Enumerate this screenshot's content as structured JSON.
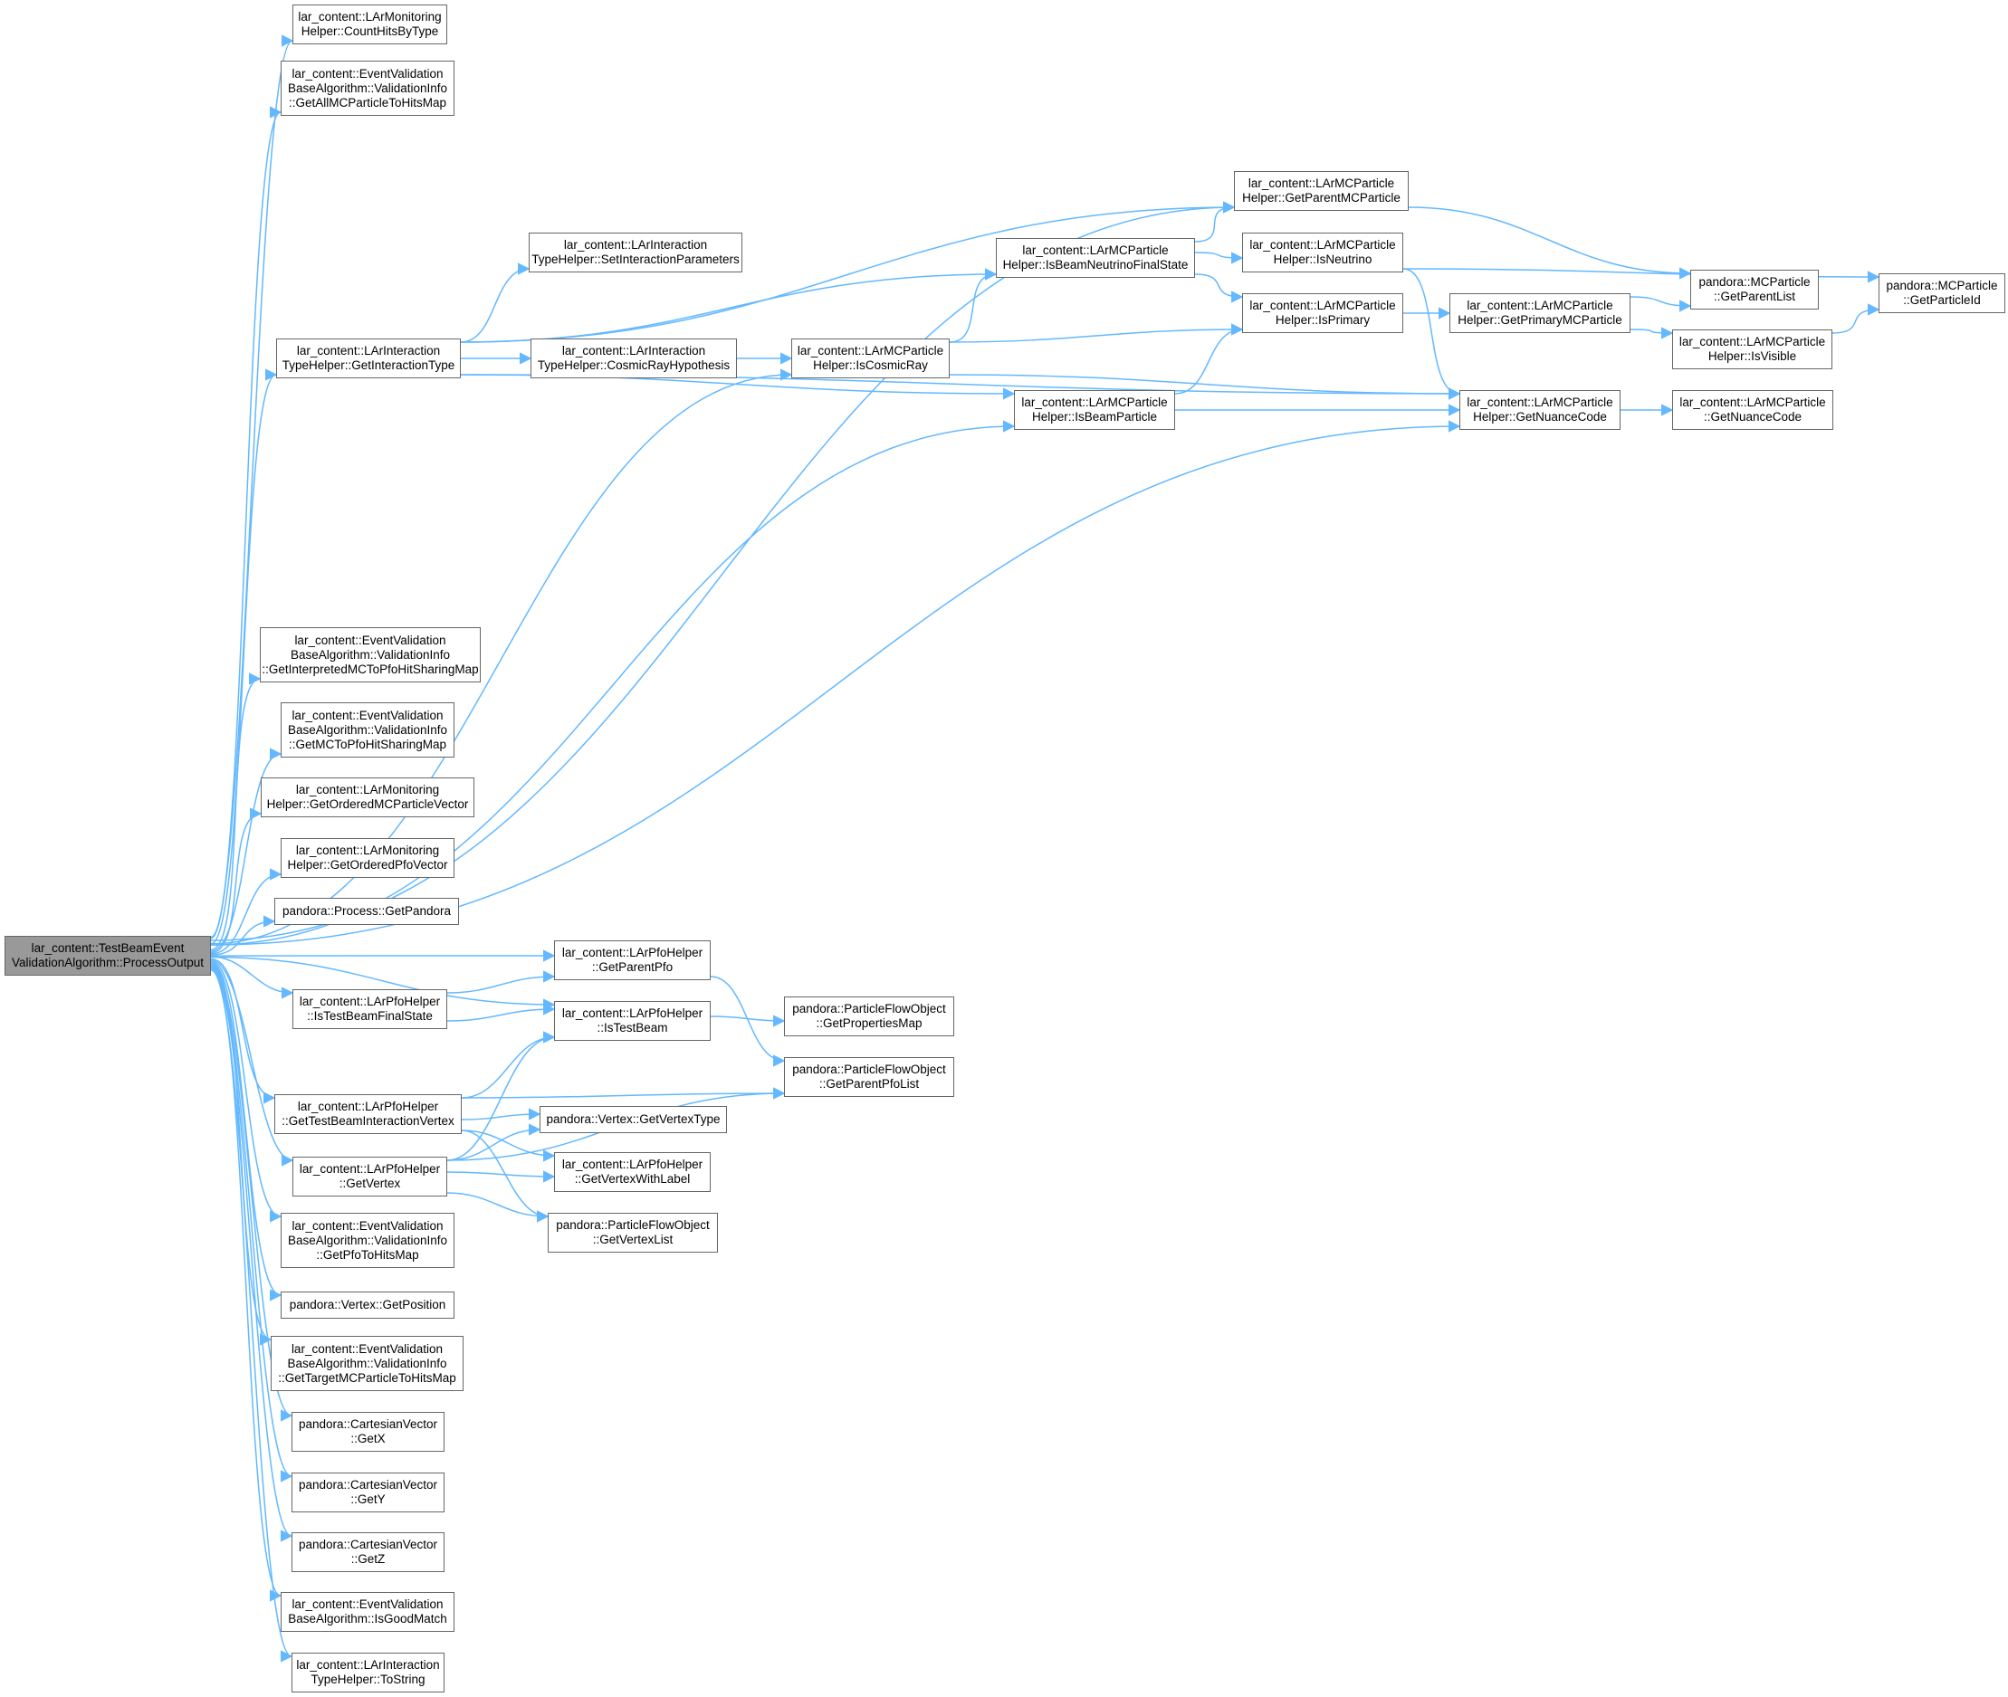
{
  "root": {
    "lines": [
      "lar_content::TestBeamEvent",
      "ValidationAlgorithm::ProcessOutput"
    ]
  },
  "nodes": {
    "n1": {
      "lines": [
        "lar_content::LArMonitoring",
        "Helper::CountHitsByType"
      ]
    },
    "n2": {
      "lines": [
        "lar_content::EventValidation",
        "BaseAlgorithm::ValidationInfo",
        "::GetAllMCParticleToHitsMap"
      ]
    },
    "n3": {
      "lines": [
        "lar_content::LArMCParticle",
        "Helper::GetParentMCParticle"
      ]
    },
    "n4": {
      "lines": [
        "lar_content::LArInteraction",
        "TypeHelper::SetInteractionParameters"
      ]
    },
    "n5": {
      "lines": [
        "lar_content::LArMCParticle",
        "Helper::IsBeamNeutrinoFinalState"
      ]
    },
    "n6": {
      "lines": [
        "lar_content::LArMCParticle",
        "Helper::IsNeutrino"
      ]
    },
    "n7": {
      "lines": [
        "pandora::MCParticle",
        "::GetParentList"
      ]
    },
    "n8": {
      "lines": [
        "pandora::MCParticle",
        "::GetParticleId"
      ]
    },
    "n9": {
      "lines": [
        "lar_content::LArMCParticle",
        "Helper::IsPrimary"
      ]
    },
    "n10": {
      "lines": [
        "lar_content::LArMCParticle",
        "Helper::GetPrimaryMCParticle"
      ]
    },
    "n11": {
      "lines": [
        "lar_content::LArInteraction",
        "TypeHelper::GetInteractionType"
      ]
    },
    "n12": {
      "lines": [
        "lar_content::LArInteraction",
        "TypeHelper::CosmicRayHypothesis"
      ]
    },
    "n13": {
      "lines": [
        "lar_content::LArMCParticle",
        "Helper::IsCosmicRay"
      ]
    },
    "n14": {
      "lines": [
        "lar_content::LArMCParticle",
        "Helper::IsVisible"
      ]
    },
    "n15": {
      "lines": [
        "lar_content::LArMCParticle",
        "Helper::IsBeamParticle"
      ]
    },
    "n16": {
      "lines": [
        "lar_content::LArMCParticle",
        "Helper::GetNuanceCode"
      ]
    },
    "n17": {
      "lines": [
        "lar_content::LArMCParticle",
        "::GetNuanceCode"
      ]
    },
    "n18": {
      "lines": [
        "lar_content::EventValidation",
        "BaseAlgorithm::ValidationInfo",
        "::GetInterpretedMCToPfoHitSharingMap"
      ]
    },
    "n19": {
      "lines": [
        "lar_content::EventValidation",
        "BaseAlgorithm::ValidationInfo",
        "::GetMCToPfoHitSharingMap"
      ]
    },
    "n20": {
      "lines": [
        "lar_content::LArMonitoring",
        "Helper::GetOrderedMCParticleVector"
      ]
    },
    "n21": {
      "lines": [
        "lar_content::LArMonitoring",
        "Helper::GetOrderedPfoVector"
      ]
    },
    "n22": {
      "lines": [
        "pandora::Process::GetPandora"
      ]
    },
    "n23": {
      "lines": [
        "lar_content::LArPfoHelper",
        "::GetParentPfo"
      ]
    },
    "n24": {
      "lines": [
        "lar_content::LArPfoHelper",
        "::IsTestBeamFinalState"
      ]
    },
    "n25": {
      "lines": [
        "lar_content::LArPfoHelper",
        "::IsTestBeam"
      ]
    },
    "n26": {
      "lines": [
        "pandora::ParticleFlowObject",
        "::GetPropertiesMap"
      ]
    },
    "n27": {
      "lines": [
        "pandora::ParticleFlowObject",
        "::GetParentPfoList"
      ]
    },
    "n28": {
      "lines": [
        "lar_content::LArPfoHelper",
        "::GetTestBeamInteractionVertex"
      ]
    },
    "n29": {
      "lines": [
        "pandora::Vertex::GetVertexType"
      ]
    },
    "n30": {
      "lines": [
        "lar_content::LArPfoHelper",
        "::GetVertex"
      ]
    },
    "n31": {
      "lines": [
        "lar_content::LArPfoHelper",
        "::GetVertexWithLabel"
      ]
    },
    "n32": {
      "lines": [
        "pandora::ParticleFlowObject",
        "::GetVertexList"
      ]
    },
    "n33": {
      "lines": [
        "lar_content::EventValidation",
        "BaseAlgorithm::ValidationInfo",
        "::GetPfoToHitsMap"
      ]
    },
    "n34": {
      "lines": [
        "pandora::Vertex::GetPosition"
      ]
    },
    "n35": {
      "lines": [
        "lar_content::EventValidation",
        "BaseAlgorithm::ValidationInfo",
        "::GetTargetMCParticleToHitsMap"
      ]
    },
    "n36": {
      "lines": [
        "pandora::CartesianVector",
        "::GetX"
      ]
    },
    "n37": {
      "lines": [
        "pandora::CartesianVector",
        "::GetY"
      ]
    },
    "n38": {
      "lines": [
        "pandora::CartesianVector",
        "::GetZ"
      ]
    },
    "n39": {
      "lines": [
        "lar_content::EventValidation",
        "BaseAlgorithm::IsGoodMatch"
      ]
    },
    "n40": {
      "lines": [
        "lar_content::LArInteraction",
        "TypeHelper::ToString"
      ]
    }
  },
  "edges": [
    [
      "root",
      "n1"
    ],
    [
      "root",
      "n2"
    ],
    [
      "root",
      "n3"
    ],
    [
      "root",
      "n11"
    ],
    [
      "root",
      "n13"
    ],
    [
      "root",
      "n15"
    ],
    [
      "root",
      "n16"
    ],
    [
      "root",
      "n18"
    ],
    [
      "root",
      "n19"
    ],
    [
      "root",
      "n20"
    ],
    [
      "root",
      "n21"
    ],
    [
      "root",
      "n22"
    ],
    [
      "root",
      "n23"
    ],
    [
      "root",
      "n24"
    ],
    [
      "root",
      "n25"
    ],
    [
      "root",
      "n28"
    ],
    [
      "root",
      "n30"
    ],
    [
      "root",
      "n33"
    ],
    [
      "root",
      "n34"
    ],
    [
      "root",
      "n35"
    ],
    [
      "root",
      "n36"
    ],
    [
      "root",
      "n37"
    ],
    [
      "root",
      "n38"
    ],
    [
      "root",
      "n39"
    ],
    [
      "root",
      "n40"
    ],
    [
      "n11",
      "n3"
    ],
    [
      "n11",
      "n4"
    ],
    [
      "n11",
      "n5"
    ],
    [
      "n11",
      "n12"
    ],
    [
      "n11",
      "n15"
    ],
    [
      "n11",
      "n16"
    ],
    [
      "n12",
      "n13"
    ],
    [
      "n13",
      "n5"
    ],
    [
      "n13",
      "n9"
    ],
    [
      "n13",
      "n16"
    ],
    [
      "n5",
      "n3"
    ],
    [
      "n5",
      "n6"
    ],
    [
      "n5",
      "n9"
    ],
    [
      "n3",
      "n7"
    ],
    [
      "n6",
      "n8"
    ],
    [
      "n6",
      "n16"
    ],
    [
      "n9",
      "n10"
    ],
    [
      "n10",
      "n7"
    ],
    [
      "n10",
      "n14"
    ],
    [
      "n14",
      "n8"
    ],
    [
      "n15",
      "n9"
    ],
    [
      "n15",
      "n16"
    ],
    [
      "n16",
      "n17"
    ],
    [
      "n23",
      "n27"
    ],
    [
      "n24",
      "n23"
    ],
    [
      "n24",
      "n25"
    ],
    [
      "n25",
      "n26"
    ],
    [
      "n28",
      "n25"
    ],
    [
      "n28",
      "n27"
    ],
    [
      "n28",
      "n29"
    ],
    [
      "n28",
      "n31"
    ],
    [
      "n28",
      "n32"
    ],
    [
      "n30",
      "n25"
    ],
    [
      "n30",
      "n29"
    ],
    [
      "n30",
      "n31"
    ],
    [
      "n30",
      "n32"
    ],
    [
      "n30",
      "n27"
    ]
  ],
  "colors": {
    "edge": "#63b8ff",
    "node_border": "#666666",
    "root_fill": "#999999"
  }
}
